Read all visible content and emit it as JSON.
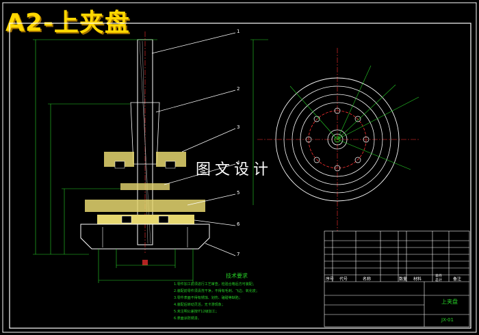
{
  "title": "A2-上夹盘",
  "watermark": "图文设计",
  "balloons": [
    "1",
    "2",
    "3",
    "4",
    "5",
    "6",
    "7"
  ],
  "notes_title": "技术要求",
  "notes": [
    "1.零件加工前须进行工艺审查，检验合格后方可装配；",
    "2.装配前零件须清洗干净，不得有毛刺、飞边、氧化皮；",
    "3.零件表面不得有锈蚀、划伤、磕碰等缺陷；",
    "4.装配后转动灵活，无卡滞现象；",
    "5.未注明公差按IT12级加工；",
    "6.表面涂防锈漆。"
  ],
  "title_block": {
    "part_name": "上夹盘",
    "drawing_no": "JX-01",
    "headers": [
      "序号",
      "代号",
      "名称",
      "数量",
      "材料",
      "单件",
      "总计",
      "备注"
    ]
  },
  "colors": {
    "outline": "#ffffff",
    "dimension": "#28d428",
    "hatch": "#e6d770",
    "center": "#ff3030",
    "title": "#ffd800"
  }
}
